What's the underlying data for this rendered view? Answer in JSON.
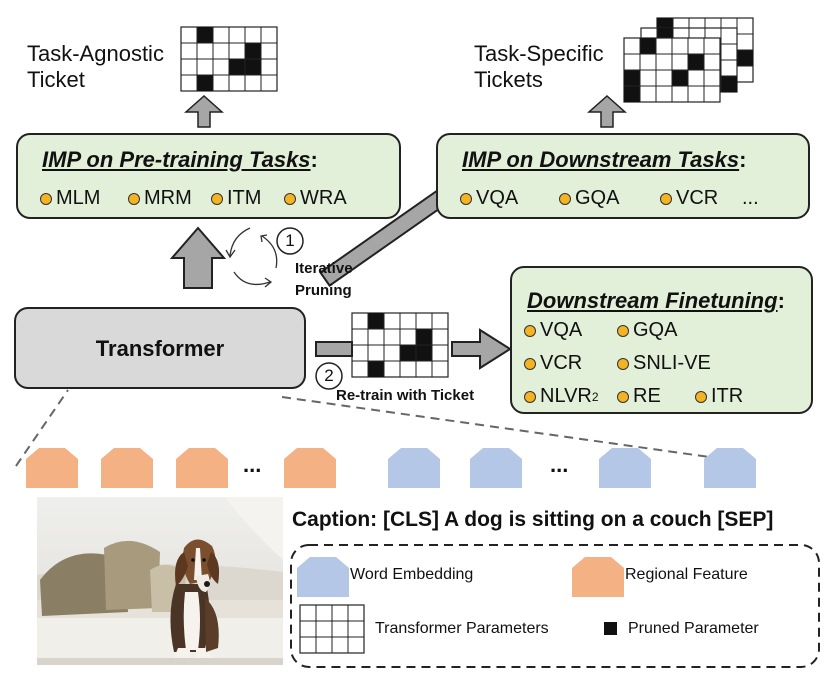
{
  "tickets": {
    "agnostic_line1": "Task-Agnostic",
    "agnostic_line2": "Ticket",
    "specific_line1": "Task-Specific",
    "specific_line2": "Tickets"
  },
  "pretrain_box": {
    "title": "IMP on Pre-training Tasks",
    "colon": ":",
    "items": [
      "MLM",
      "MRM",
      "ITM",
      "WRA"
    ]
  },
  "downstream_box": {
    "title": "IMP on Downstream Tasks",
    "colon": ":",
    "items": [
      "VQA",
      "GQA",
      "VCR"
    ],
    "ellipsis": "..."
  },
  "finetune_box": {
    "title": "Downstream Finetuning",
    "colon": ":",
    "items": [
      "VQA",
      "GQA",
      "VCR",
      "SNLI-VE",
      "RE",
      "ITR"
    ],
    "nlvr": "NLVR",
    "nlvr_sup": "2"
  },
  "transformer": {
    "label": "Transformer"
  },
  "steps": {
    "step1_num": "1",
    "step1_line1": "Iterative",
    "step1_line2": "Pruning",
    "step2_num": "2",
    "step2_label": "Re-train with Ticket"
  },
  "tokens": {
    "ellipsis_left": "...",
    "ellipsis_right": "..."
  },
  "caption": "Caption: [CLS] A dog is sitting on a couch [SEP]",
  "legend": {
    "word_embedding": "Word Embedding",
    "regional_feature": "Regional Feature",
    "transformer_params": "Transformer Parameters",
    "pruned_param": "Pruned Parameter"
  },
  "colors": {
    "box_green": "#e2efd9",
    "box_gray": "#d9d9d9",
    "regional_orange": "#f4b183",
    "word_blue": "#b4c7e7",
    "arrow_gray": "#a6a6a6",
    "dot_yellow": "#f4b323"
  }
}
